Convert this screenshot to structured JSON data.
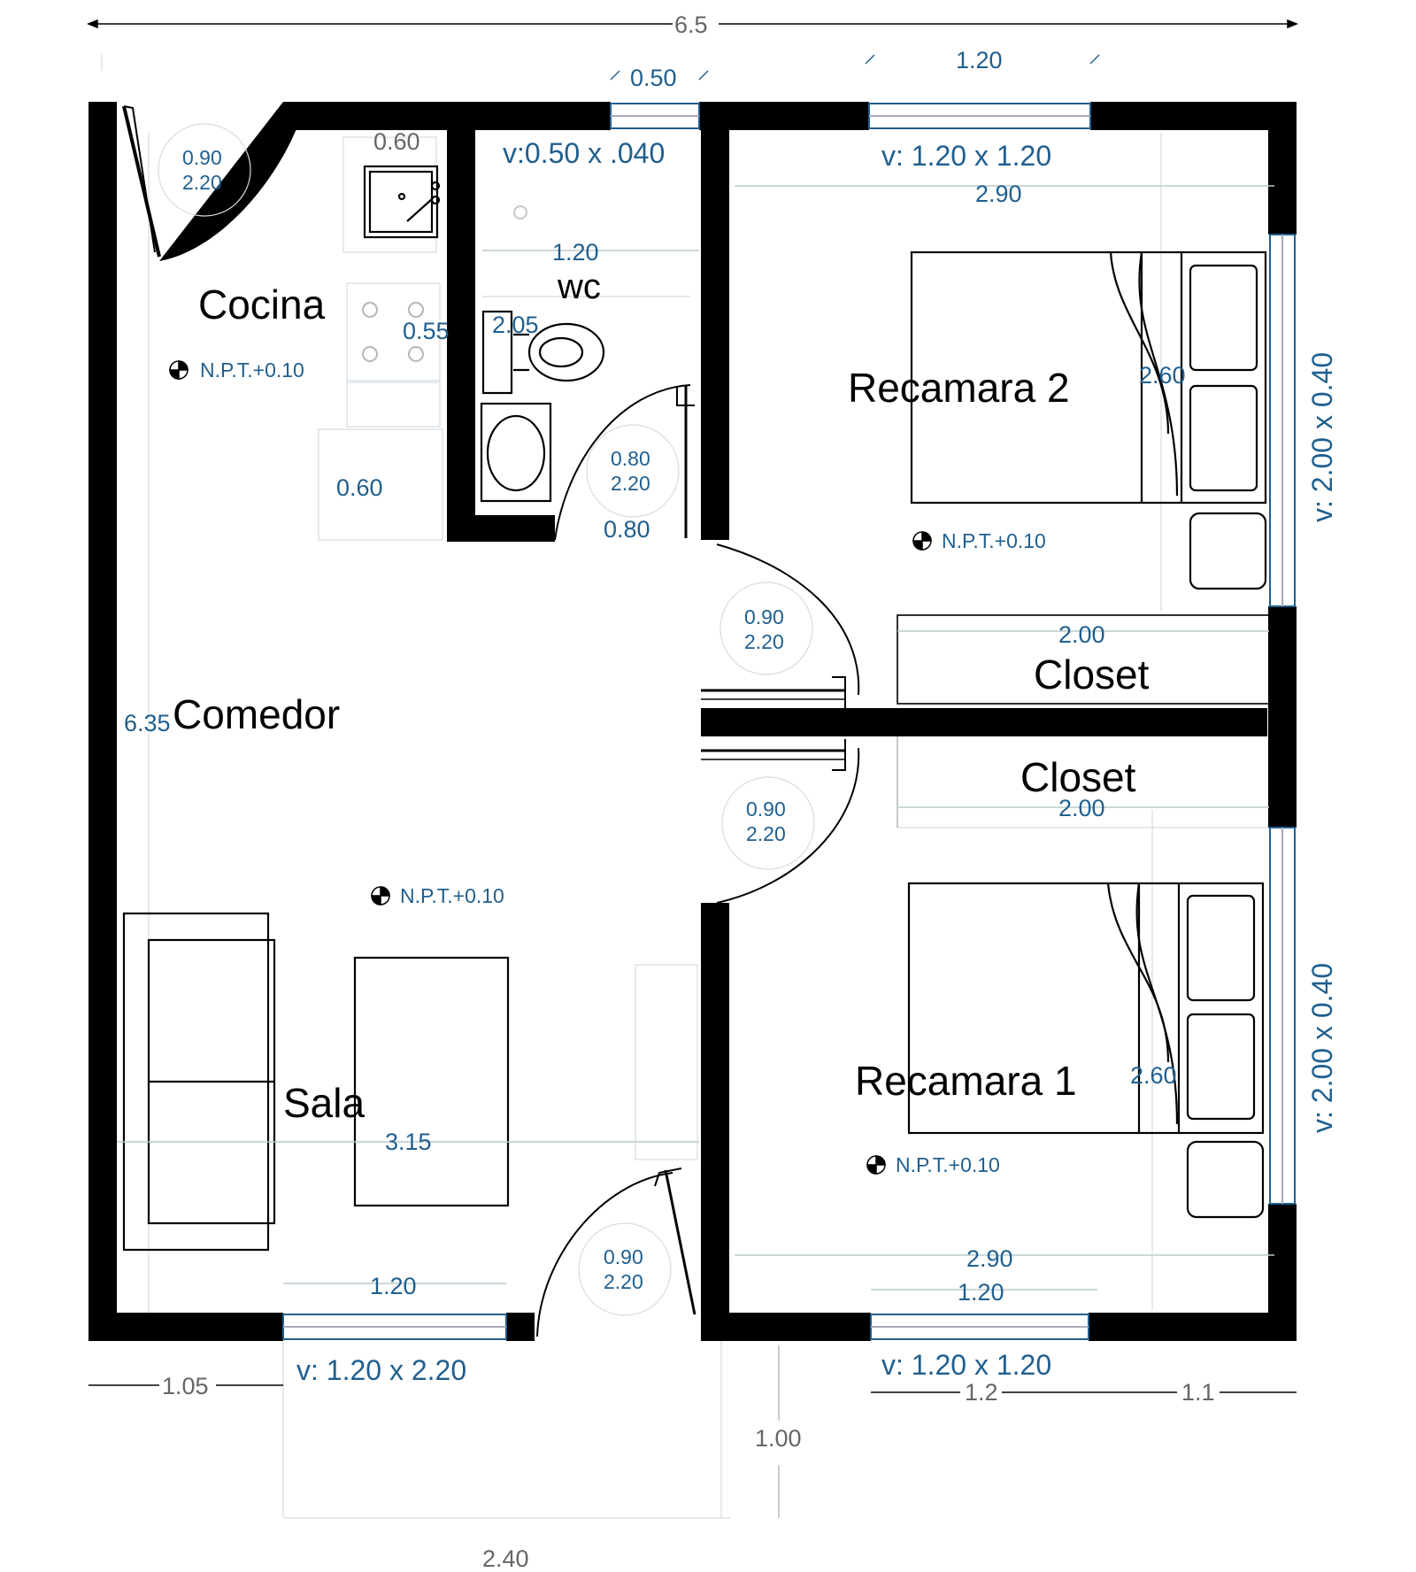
{
  "title": "6.5",
  "rooms": {
    "cocina": "Cocina",
    "wc": "wc",
    "recamara2": "Recamara 2",
    "recamara1": "Recamara 1",
    "closet_top": "Closet",
    "closet_bottom": "Closet",
    "comedor": "Comedor",
    "sala": "Sala"
  },
  "windows": {
    "wc": "v:0.50 x .040",
    "rec2_top": "v: 1.20 x 1.20",
    "rec2_side": "v: 2.00 x 0.40",
    "rec1_side": "v: 2.00 x 0.40",
    "sala_bottom": "v: 1.20 x 2.20",
    "rec1_bottom": "v: 1.20 x 1.20"
  },
  "doors": {
    "kitchen": [
      "0.90",
      "2.20"
    ],
    "wc": [
      "0.80",
      "2.20"
    ],
    "rec2": [
      "0.90",
      "2.20"
    ],
    "rec1": [
      "0.90",
      "2.20"
    ],
    "entry": [
      "0.90",
      "2.20"
    ]
  },
  "dims": {
    "top_total": "6.5",
    "top_050": "0.50",
    "top_120": "1.20",
    "sink_060": "0.60",
    "wc_120": "1.20",
    "wc_205": "2.05",
    "rec2_290": "2.90",
    "rec2_260": "2.60",
    "kitchen_055": "0.55",
    "kitchen_060": "0.60",
    "wc_080": "0.80",
    "closet_200_a": "2.00",
    "closet_200_b": "2.00",
    "left_635": "6.35",
    "sala_315": "3.15",
    "rec1_260": "2.60",
    "rec1_290": "2.90",
    "rec1_120": "1.20",
    "sala_120": "1.20",
    "bottom_105": "1.05",
    "bottom_12": "1.2",
    "bottom_11": "1.1",
    "porch_100": "1.00",
    "porch_240": "2.40"
  },
  "npt": {
    "cocina": "N.P.T.+0.10",
    "rec2": "N.P.T.+0.10",
    "sala": "N.P.T.+0.10",
    "rec1": "N.P.T.+0.10"
  },
  "colors": {
    "wall": "#000000",
    "dimension": "#1f5f8f",
    "window_frame": "#1f5f8f",
    "guide": "#cfd8de"
  }
}
